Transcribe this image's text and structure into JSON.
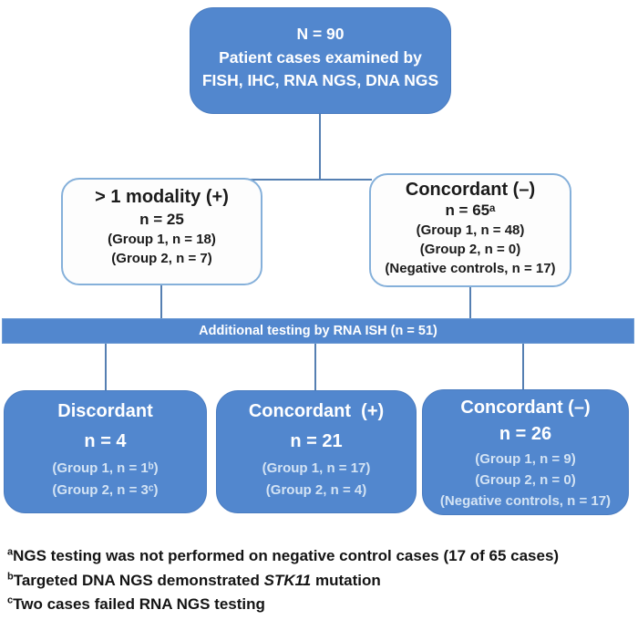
{
  "colors": {
    "node_blue": "#5287ce",
    "node_border_blue": "#4a7cc0",
    "white_node_border": "#85b0da",
    "connector_line": "#557fb2",
    "pale_group_text": "#d3e3f4"
  },
  "top_box": {
    "lines": [
      "N = 90",
      "Patient cases examined by",
      "FISH, IHC, RNA NGS, DNA NGS"
    ]
  },
  "level2": {
    "left": {
      "title": "> 1 modality (+)",
      "n": "n = 25",
      "groups": [
        "(Group 1, n = 18)",
        "(Group 2, n = 7)"
      ]
    },
    "right": {
      "title": "Concordant (–)",
      "n": "n = 65ᵃ",
      "groups": [
        "(Group 1, n = 48)",
        "(Group 2, n = 0)",
        "(Negative controls, n = 17)"
      ]
    }
  },
  "banner": {
    "label": "Additional testing by RNA ISH (n = 51)"
  },
  "level3": [
    {
      "title": "Discordant",
      "n": "n = 4",
      "groups": [
        "(Group 1, n = 1ᵇ)",
        "(Group 2, n = 3ᶜ)"
      ]
    },
    {
      "title": "Concordant  (+)",
      "n": "n = 21",
      "groups": [
        "(Group 1, n = 17)",
        "(Group 2, n = 4)"
      ]
    },
    {
      "title": "Concordant (–)",
      "n": "n = 26",
      "groups": [
        "(Group 1, n = 9)",
        "(Group 2, n = 0)",
        "(Negative controls, n = 17)"
      ]
    }
  ],
  "footnotes": [
    {
      "marker": "a",
      "text": "NGS testing was not performed on negative control cases (17 of 65 cases)"
    },
    {
      "marker": "b",
      "before": "Targeted DNA NGS demonstrated ",
      "italic": "STK11",
      "after": " mutation"
    },
    {
      "marker": "c",
      "text": "Two cases failed RNA NGS testing"
    }
  ]
}
